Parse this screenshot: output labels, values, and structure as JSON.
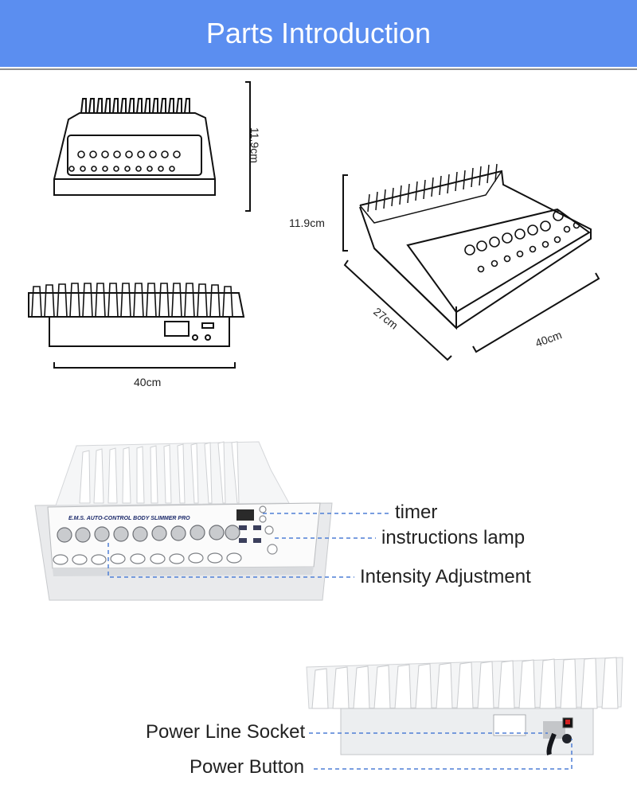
{
  "header": {
    "title": "Parts Introduction"
  },
  "dimensions": {
    "front_height": "11.9cm",
    "side_height": "11.9cm",
    "depth": "27cm",
    "width_iso": "40cm",
    "width_front": "40cm"
  },
  "device_panel": {
    "brand_text": "E.M.S. AUTO-CONTROL BODY SLIMMER PRO"
  },
  "callouts": {
    "timer": "timer",
    "instructions_lamp": "instructions lamp",
    "intensity_adjustment": "Intensity Adjustment",
    "power_line_socket": "Power Line Socket",
    "power_button": "Power Button"
  }
}
